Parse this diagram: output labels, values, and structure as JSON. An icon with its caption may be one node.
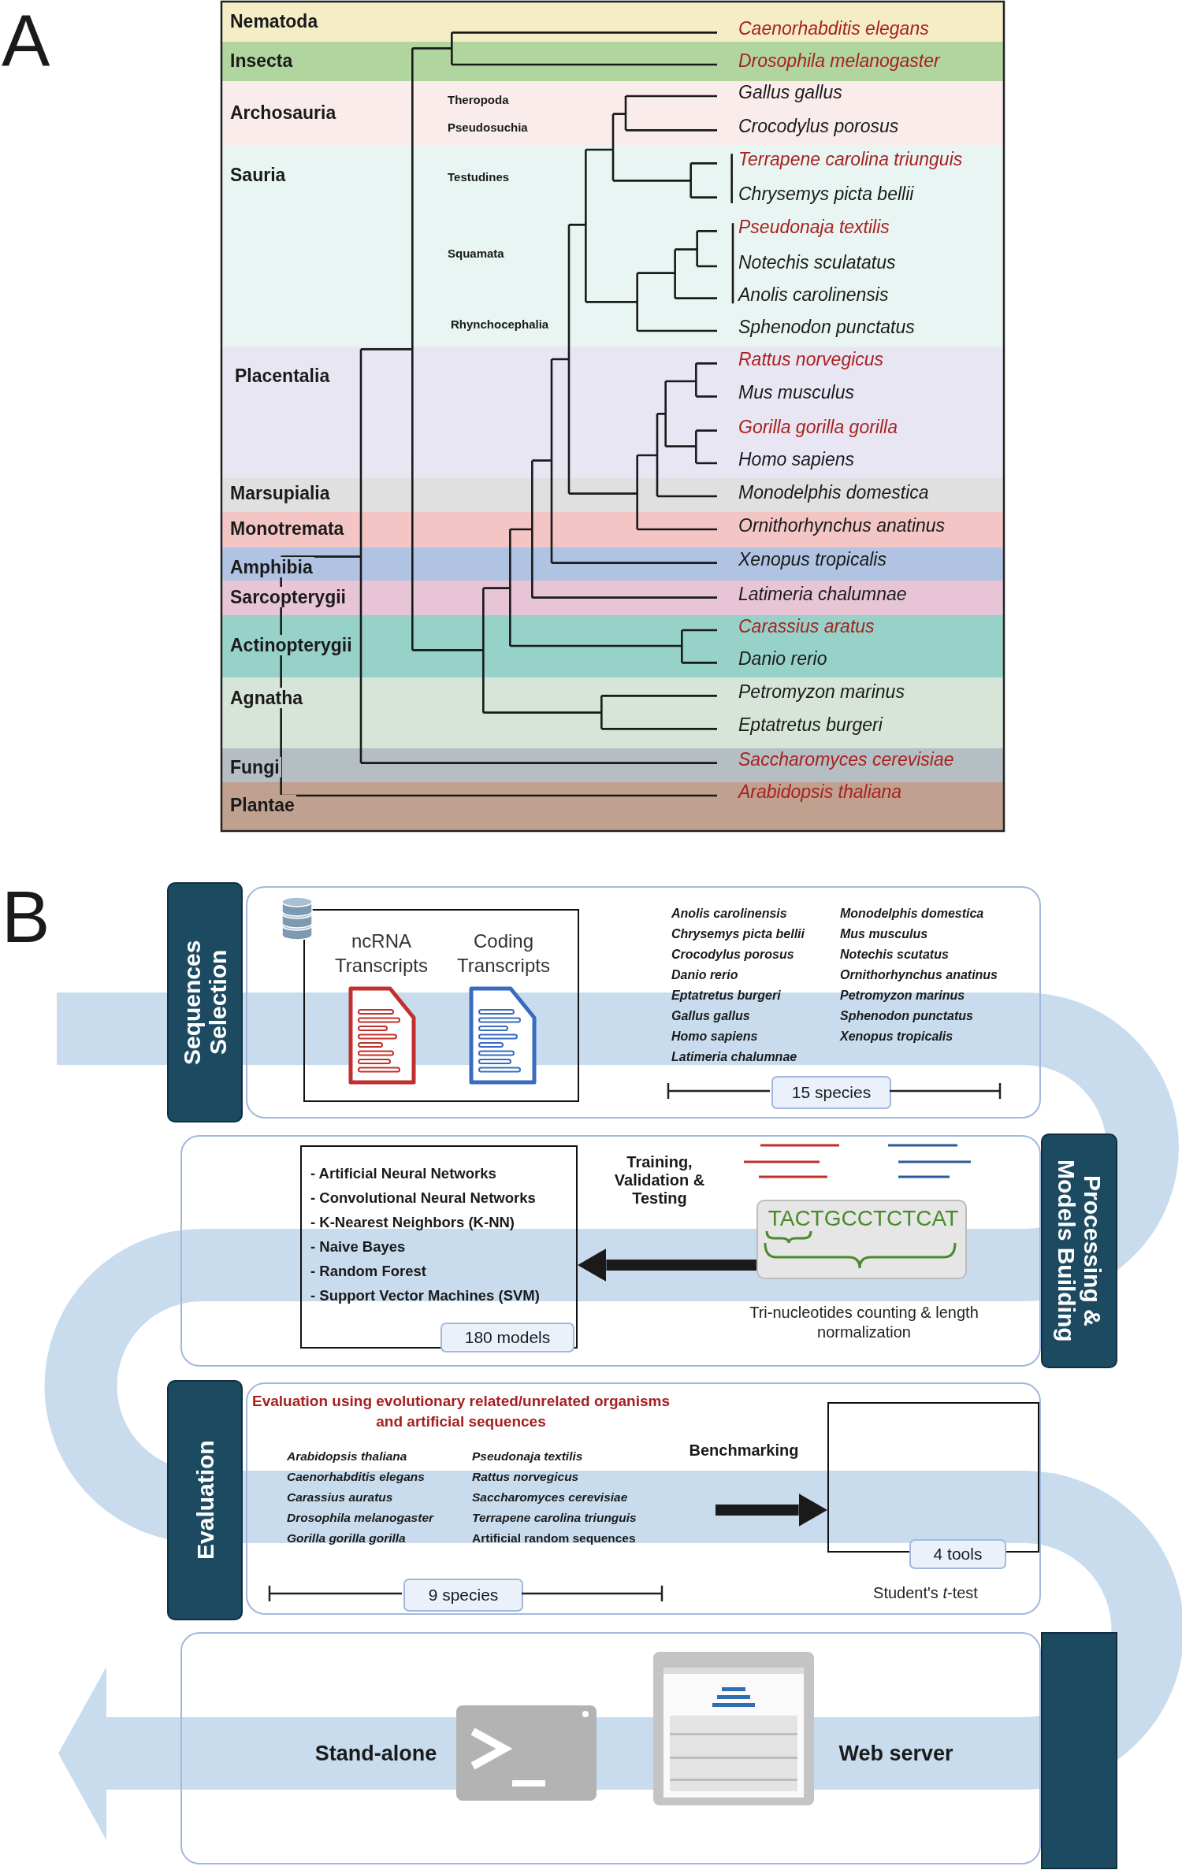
{
  "diagram": {
    "nodes": [
      {
        "text": [
          "Nematoda"
        ]
      },
      {
        "text": [
          "Insecta"
        ]
      },
      {
        "text": [
          "Archosauria"
        ]
      },
      {
        "text": [
          "Sauria"
        ]
      },
      {
        "text": [
          "Placentalia"
        ]
      },
      {
        "text": [
          "Marsupialia"
        ]
      },
      {
        "text": [
          "Monotremata"
        ]
      },
      {
        "text": [
          "Amphibia"
        ]
      },
      {
        "text": [
          "Sarcopterygii"
        ]
      },
      {
        "text": [
          "Actinopterygii"
        ]
      },
      {
        "text": [
          "Agnatha"
        ]
      },
      {
        "text": [
          "Fungi"
        ]
      },
      {
        "text": [
          "Plantae"
        ]
      },
      {
        "text": [
          "Sequences Selection"
        ]
      },
      {
        "text": [
          "Anolis carolinensis",
          "Chrysemys picta bellii",
          "Crocodylus porosus",
          "Danio rerio",
          "Eptatretus burgeri",
          "Gallus gallus",
          "Homo sapiens",
          "Latimeria chalumnae",
          "Monodelphis domestica",
          "Mus musculus",
          "Notechis scutatus",
          "Ornithorhynchus anatinus",
          "Petromyzon marinus",
          "Sphenodon punctatus",
          "Xenopus tropicalis"
        ]
      },
      {
        "text": [
          "ncRNA Transcripts",
          "Coding Transcripts"
        ],
        "in": 14
      },
      {
        "text": [
          "15 species"
        ],
        "in": 14
      },
      {
        "text": [
          "Processing & Models Building"
        ]
      },
      {
        "text": [
          "Training, Validation & Testing",
          "Tri-nucleotides counting & length normalization"
        ]
      },
      {
        "text": [
          "- Artificial Neural Networks",
          "- Convolutional Neural Networks",
          "- K-Nearest Neighbors (K-NN)",
          "- Naive Bayes",
          "- Random Forest",
          "- Support Vector Machines (SVM)"
        ],
        "in": 18
      },
      {
        "text": [
          "180 models"
        ],
        "in": 18
      },
      {
        "text": [
          "TACTGCCTCTCAT"
        ],
        "in": 18
      },
      {
        "text": [
          "Evaluation"
        ]
      },
      {
        "text": [
          "Evaluation using evolutionary related/unrelated organisms and artificial sequences",
          "Arabidopsis thaliana",
          "Caenorhabditis elegans",
          "Carassius auratus",
          "Drosophila melanogaster",
          "Gorilla gorilla gorilla",
          "Pseudonaja textilis",
          "Rattus norvegicus",
          "Saccharomyces cerevisiae",
          "Terrapene carolina triunguis",
          "Artificial random sequences",
          "Benchmarking",
          "Student's *t*-test"
        ]
      },
      {
        "text": [
          "9 species"
        ],
        "in": 23
      },
      {
        "text": [],
        "shape": "box",
        "in": 23
      },
      {
        "text": [
          "4 tools"
        ],
        "in": 23
      },
      {
        "text": [],
        "shape": "box"
      },
      {
        "text": [
          "Stand-alone",
          "Web server"
        ]
      }
    ],
    "edges": [
      {
        "from": 21,
        "to": 19,
        "arrow": "to"
      },
      {
        "from": null,
        "to": 25,
        "arrow": "to"
      }
    ],
    "labels": [
      "A",
      "Theropoda",
      "Pseudosuchia",
      "Testudines",
      "Squamata",
      "Rhynchocephalia",
      "Caenorhabditis elegans",
      "Drosophila melanogaster",
      "Gallus gallus",
      "Crocodylus porosus",
      "Terrapene carolina triunguis",
      "Chrysemys picta bellii",
      "Pseudonaja textilis",
      "Notechis sculatatus",
      "Anolis carolinensis",
      "Sphenodon punctatus",
      "Rattus norvegicus",
      "Mus musculus",
      "Gorilla gorilla gorilla",
      "Homo sapiens",
      "Monodelphis domestica",
      "Ornithorhynchus anatinus",
      "Xenopus tropicalis",
      "Latimeria chalumnae",
      "Carassius aratus",
      "Danio rerio",
      "Petromyzon marinus",
      "Eptatretus burgeri",
      "Saccharomyces cerevisiae",
      "Arabidopsis thaliana",
      "B"
    ]
  }
}
